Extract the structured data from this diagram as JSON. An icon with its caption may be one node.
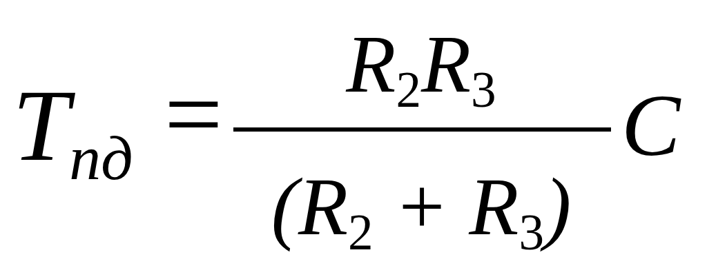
{
  "diagram": {
    "labels": [
      "T$_{пд}$",
      "=",
      "R$_{2}$R$_{3}$",
      "(R$_{2}$ + R$_{3}$)",
      "C"
    ]
  }
}
